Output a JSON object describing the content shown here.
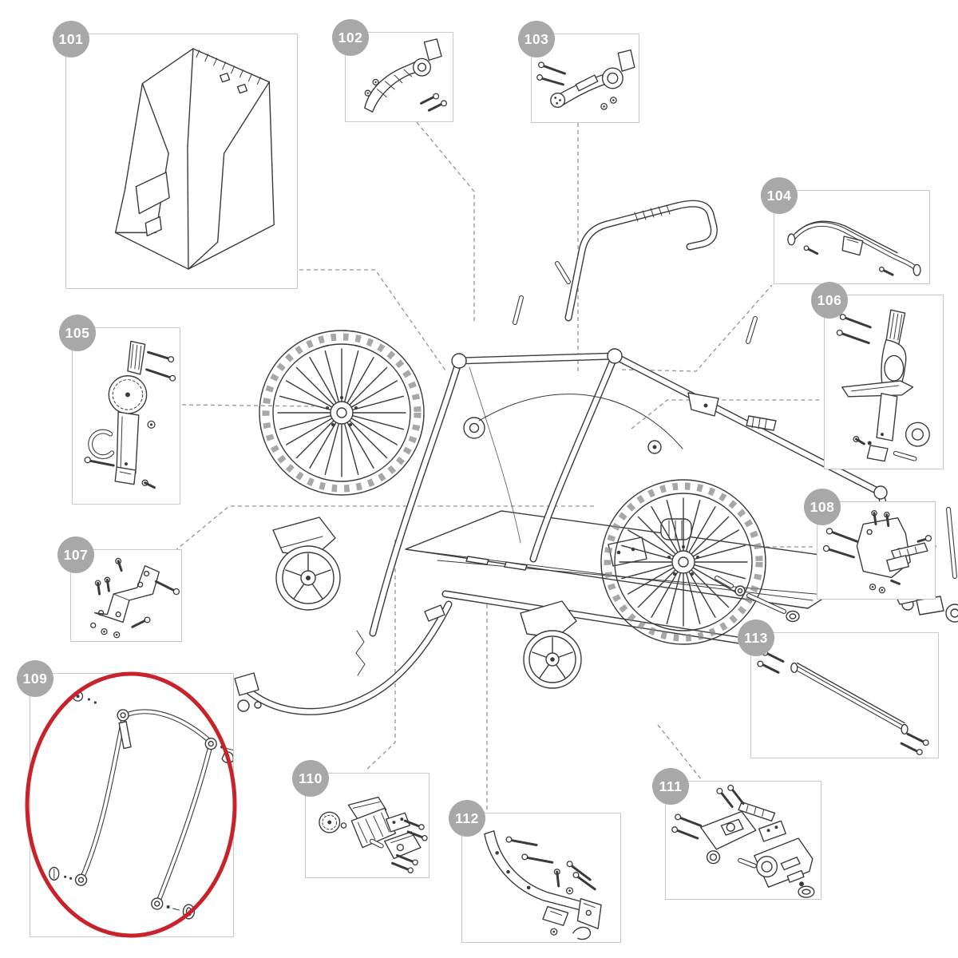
{
  "diagram": {
    "parts": [
      {
        "number": "101"
      },
      {
        "number": "102"
      },
      {
        "number": "103"
      },
      {
        "number": "104"
      },
      {
        "number": "105"
      },
      {
        "number": "106"
      },
      {
        "number": "107"
      },
      {
        "number": "108"
      },
      {
        "number": "109"
      },
      {
        "number": "110"
      },
      {
        "number": "111"
      },
      {
        "number": "112"
      },
      {
        "number": "113"
      }
    ],
    "highlighted_part_number": "109"
  },
  "colors": {
    "badge": "#a8a8a8",
    "box-border": "#c9c9c9",
    "line": "#3a3a3a",
    "connector": "#949494",
    "highlight": "#c8222a",
    "background": "#ffffff"
  }
}
